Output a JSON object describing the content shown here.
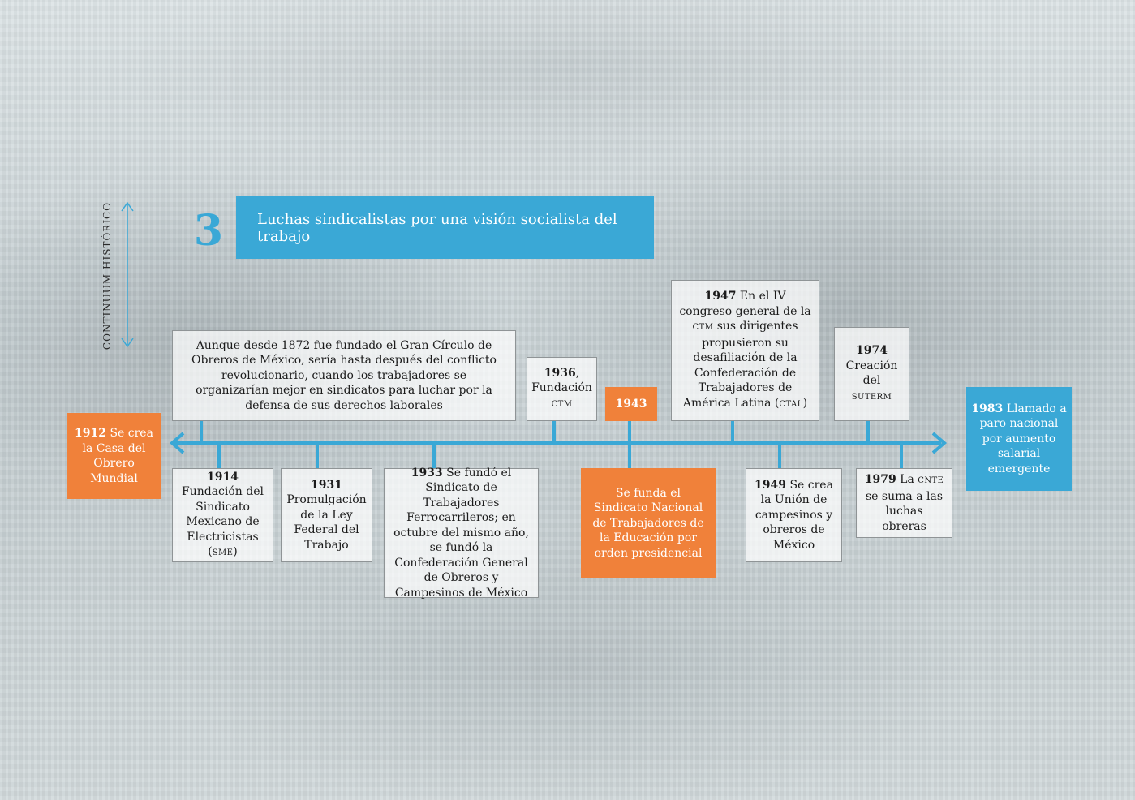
{
  "side_label": "CONTINUUM HISTÓRICO",
  "section_number": "3",
  "section_title": "Luchas sindicalistas por una visión socialista del trabajo",
  "colors": {
    "accent_blue": "#3aa8d6",
    "accent_orange": "#f0813a",
    "axis": "#3aa8d6"
  },
  "events": {
    "intro": {
      "text": "Aunque desde 1872 fue fundado el Gran Círculo de Obreros de México, sería hasta después del conflicto revolucionario, cuando los trabajadores se organizarían mejor en sindicatos para luchar por la defensa de sus derechos laborales"
    },
    "e1912": {
      "year": "1912",
      "text": " Se crea la Casa del Obrero Mundial"
    },
    "e1914": {
      "year": "1914",
      "text": " Fundación del Sindicato Mexicano de Electricistas (",
      "abbr": "SME",
      "tail": ")"
    },
    "e1931": {
      "year": "1931",
      "text": "Promulgación de la Ley Federal del Trabajo"
    },
    "e1933": {
      "year": "1933",
      "text": " Se fundó el Sindicato de Trabajadores Ferrocarrileros; en octubre del mismo año, se fundó la Confederación General de Obreros y Campesinos de México"
    },
    "e1936": {
      "year": "1936",
      "text": ", Fundación",
      "abbr": "CTM"
    },
    "e1943": {
      "year": "1943",
      "text": "Se funda el Sindicato Nacional de Trabajadores de la Educación por orden presidencial"
    },
    "e1947": {
      "year": "1947",
      "text": " En el IV congreso general de la ",
      "abbr": "CTM",
      "text2": " sus dirigentes propusieron su desafiliación de la Confederación de Trabajadores de América Latina (",
      "abbr2": "CTAL",
      "tail": ")"
    },
    "e1949": {
      "year": "1949",
      "text": " Se crea la Unión de campesinos y obreros de México"
    },
    "e1974": {
      "year": "1974",
      "text": "Creación del",
      "abbr": "SUTERM"
    },
    "e1979": {
      "year": "1979",
      "text": " La ",
      "abbr": "CNTE",
      "text2": " se suma a las luchas obreras"
    },
    "e1983": {
      "year": "1983",
      "text": " Llamado a paro nacional por aumento salarial emergente"
    }
  }
}
